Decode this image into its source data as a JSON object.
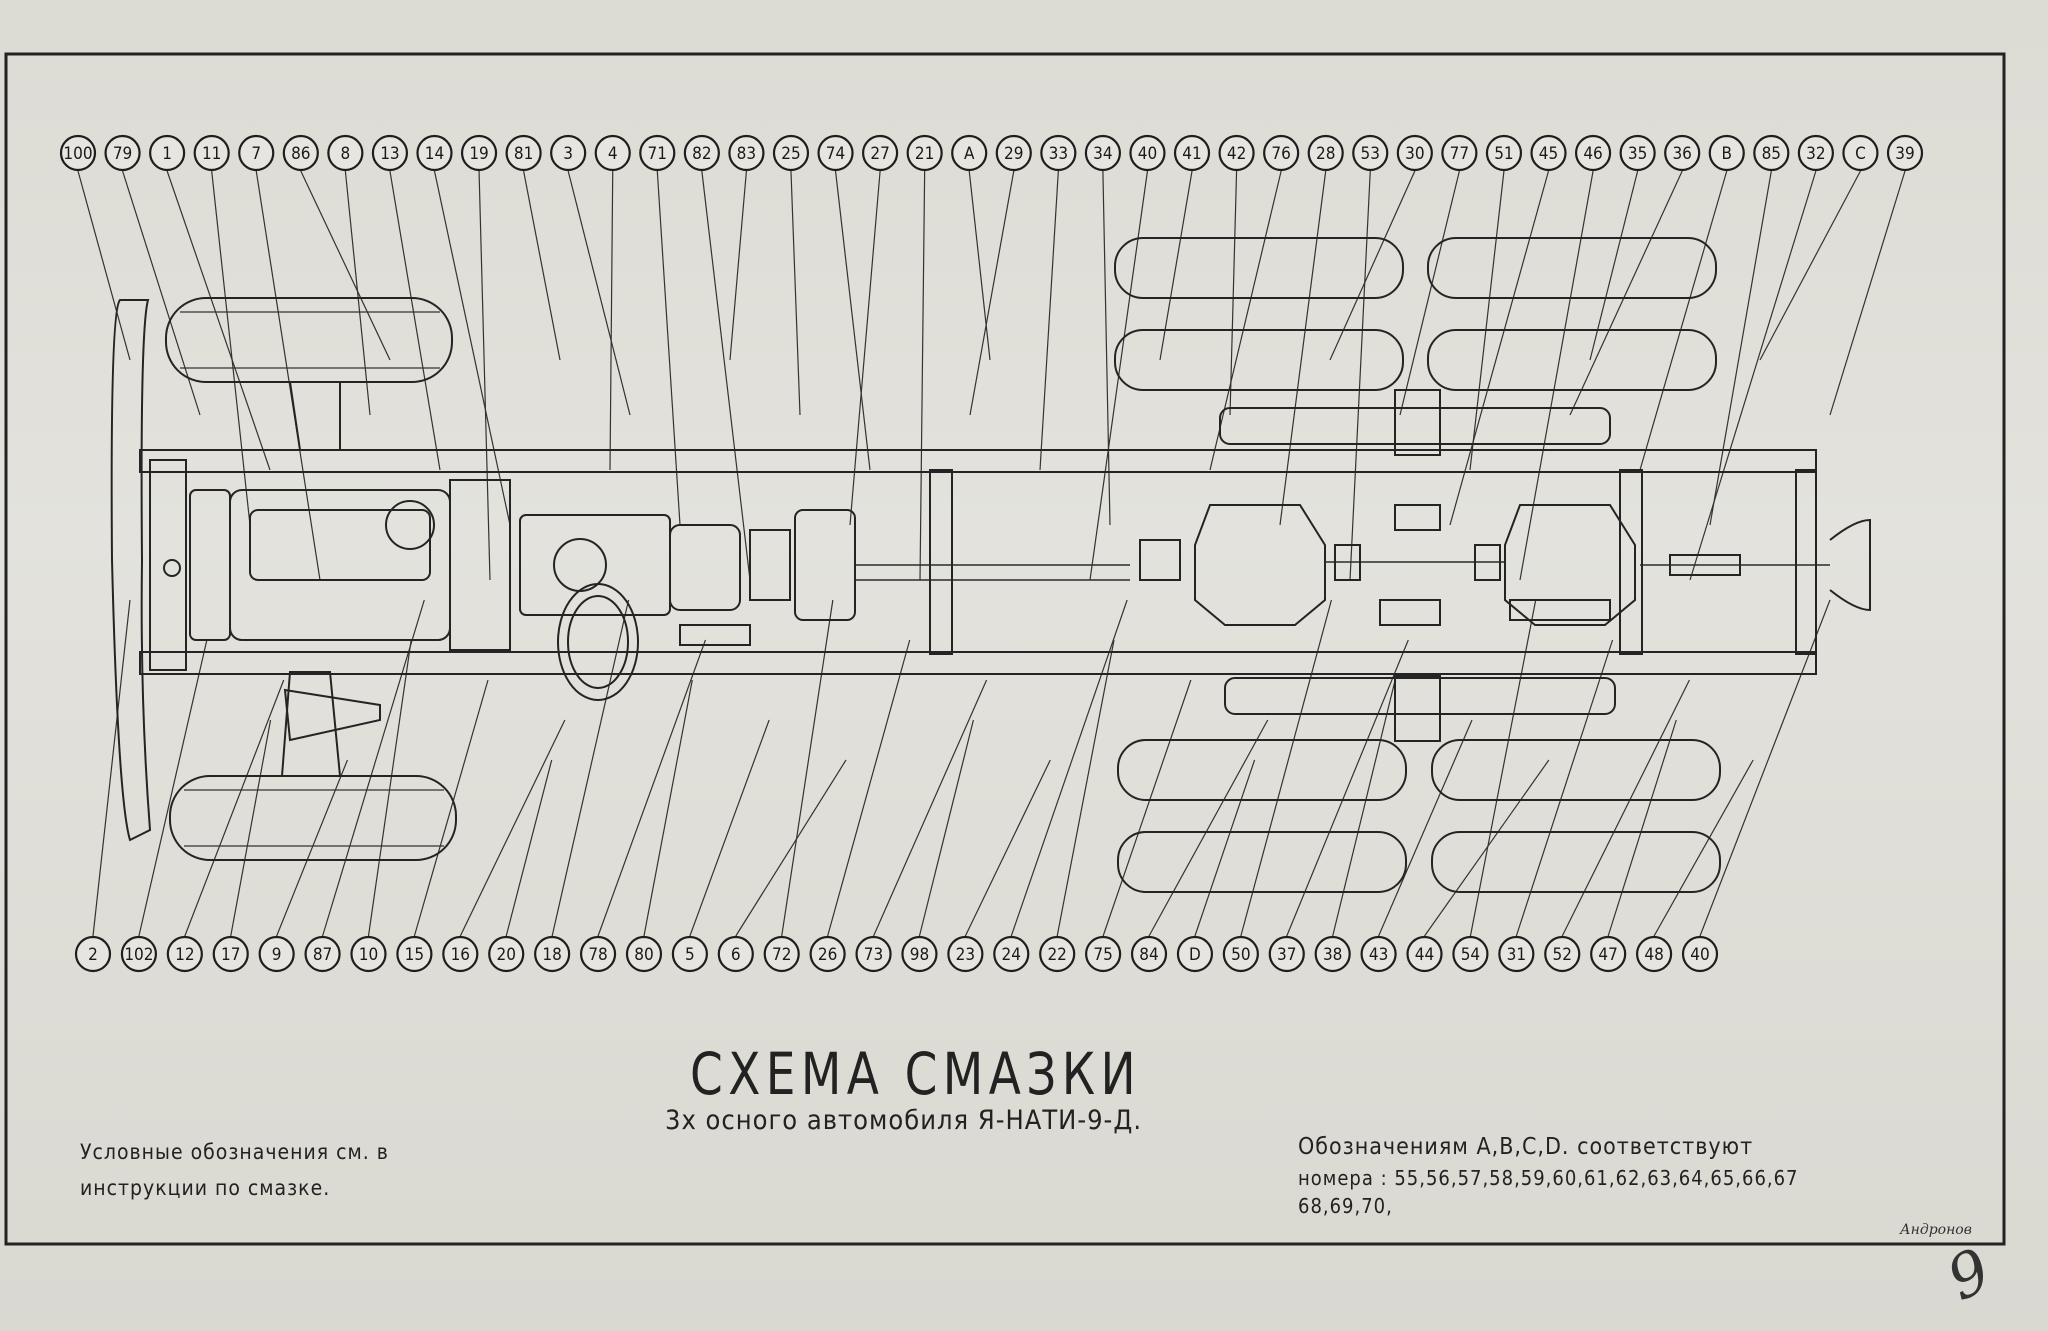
{
  "drawing": {
    "title": "СХЕМА СМАЗКИ",
    "subtitle": "3х осного автомобиля Я-НАТИ-9-Д.",
    "note_left_1": "Условные обозначения см. в",
    "note_left_2": "инструкции по смазке.",
    "note_right_1": "Обозначениям A,B,C,D. соответствуют",
    "note_right_2": "номера : 55,56,57,58,59,60,61,62,63,64,65,66,67",
    "note_right_3": "68,69,70,",
    "signature": "Андронов",
    "page_mark": "9"
  },
  "callouts_top": [
    "100",
    "79",
    "1",
    "11",
    "7",
    "86",
    "8",
    "13",
    "14",
    "19",
    "81",
    "3",
    "4",
    "71",
    "82",
    "83",
    "25",
    "74",
    "27",
    "21",
    "A",
    "29",
    "33",
    "34",
    "40",
    "41",
    "42",
    "76",
    "28",
    "53",
    "30",
    "77",
    "51",
    "45",
    "46",
    "35",
    "36",
    "B",
    "85",
    "32",
    "C",
    "39"
  ],
  "callouts_bottom": [
    "2",
    "102",
    "12",
    "17",
    "9",
    "87",
    "10",
    "15",
    "16",
    "20",
    "18",
    "78",
    "80",
    "5",
    "6",
    "72",
    "26",
    "73",
    "98",
    "23",
    "24",
    "22",
    "75",
    "84",
    "D",
    "50",
    "37",
    "38",
    "43",
    "44",
    "54",
    "31",
    "52",
    "47",
    "48",
    "40"
  ]
}
